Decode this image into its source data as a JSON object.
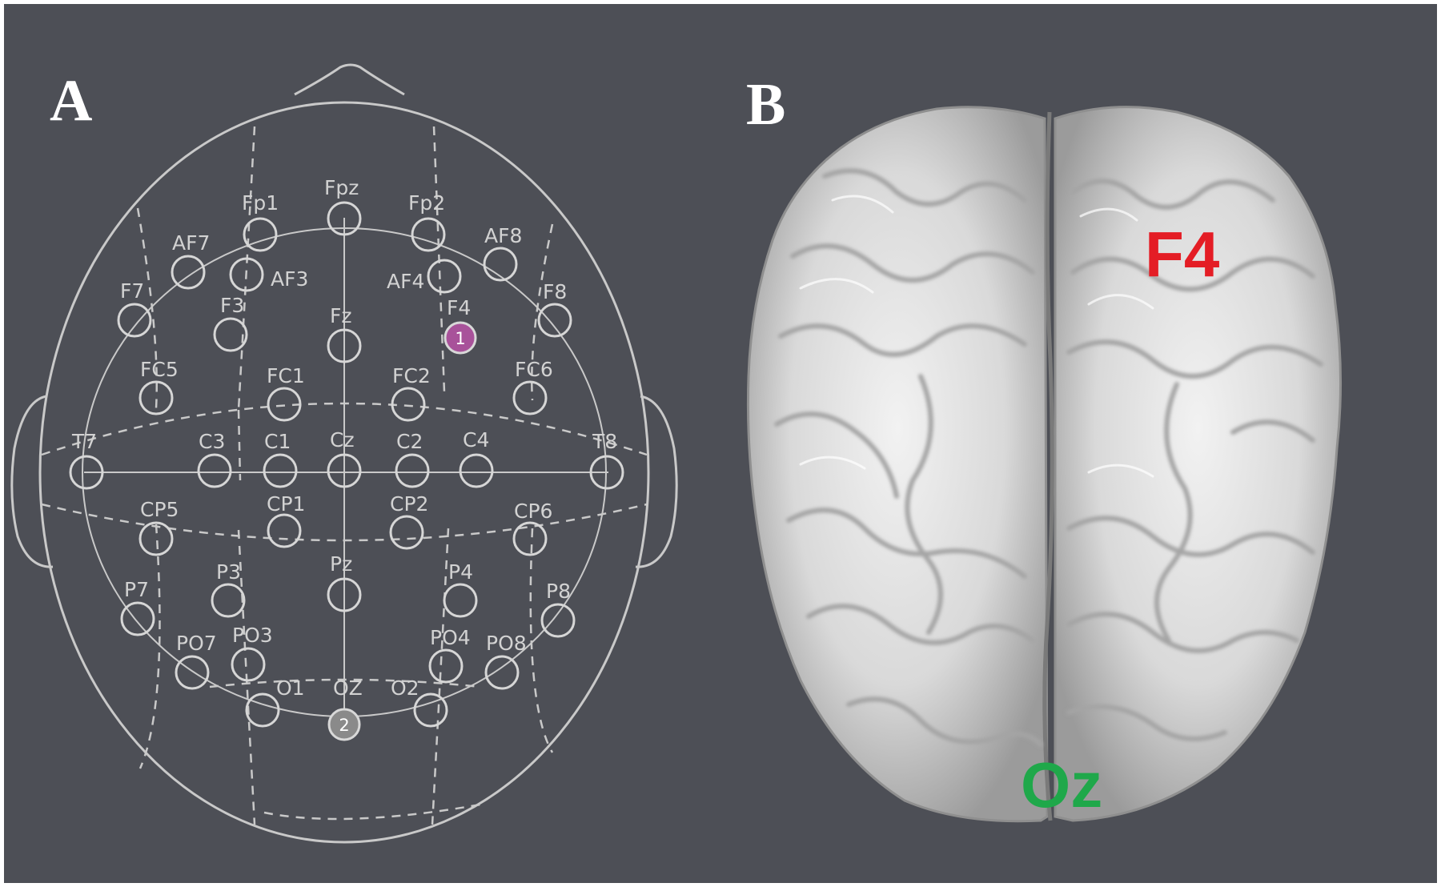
{
  "panels": {
    "a_label": "A",
    "b_label": "B"
  },
  "electrodes": [
    {
      "id": "Fp1",
      "label": "Fp1"
    },
    {
      "id": "Fpz",
      "label": "Fpz"
    },
    {
      "id": "Fp2",
      "label": "Fp2"
    },
    {
      "id": "AF7",
      "label": "AF7"
    },
    {
      "id": "AF3",
      "label": "AF3"
    },
    {
      "id": "AF4",
      "label": "AF4"
    },
    {
      "id": "AF8",
      "label": "AF8"
    },
    {
      "id": "F7",
      "label": "F7"
    },
    {
      "id": "F3",
      "label": "F3"
    },
    {
      "id": "Fz",
      "label": "Fz"
    },
    {
      "id": "F4",
      "label": "F4",
      "marker": "1"
    },
    {
      "id": "F8",
      "label": "F8"
    },
    {
      "id": "FC5",
      "label": "FC5"
    },
    {
      "id": "FC1",
      "label": "FC1"
    },
    {
      "id": "FC2",
      "label": "FC2"
    },
    {
      "id": "FC6",
      "label": "FC6"
    },
    {
      "id": "T7",
      "label": "T7"
    },
    {
      "id": "C3",
      "label": "C3"
    },
    {
      "id": "C1",
      "label": "C1"
    },
    {
      "id": "Cz",
      "label": "Cz"
    },
    {
      "id": "C2",
      "label": "C2"
    },
    {
      "id": "C4",
      "label": "C4"
    },
    {
      "id": "T8",
      "label": "T8"
    },
    {
      "id": "CP5",
      "label": "CP5"
    },
    {
      "id": "CP1",
      "label": "CP1"
    },
    {
      "id": "CP2",
      "label": "CP2"
    },
    {
      "id": "CP6",
      "label": "CP6"
    },
    {
      "id": "P7",
      "label": "P7"
    },
    {
      "id": "P3",
      "label": "P3"
    },
    {
      "id": "Pz",
      "label": "Pz"
    },
    {
      "id": "P4",
      "label": "P4"
    },
    {
      "id": "P8",
      "label": "P8"
    },
    {
      "id": "PO7",
      "label": "PO7"
    },
    {
      "id": "PO3",
      "label": "PO3"
    },
    {
      "id": "PO4",
      "label": "PO4"
    },
    {
      "id": "PO8",
      "label": "PO8"
    },
    {
      "id": "O1",
      "label": "O1"
    },
    {
      "id": "Oz",
      "label": "OZ",
      "marker": "2"
    },
    {
      "id": "O2",
      "label": "O2"
    }
  ],
  "brain_labels": {
    "f4": "F4",
    "oz": "Oz"
  },
  "colors": {
    "background": "#4d4f56",
    "outline": "#c9c9c9",
    "marker_1": "#a8529a",
    "marker_2": "#8a8a8a",
    "f4_label": "#e41d25",
    "oz_label": "#1fa84a"
  }
}
